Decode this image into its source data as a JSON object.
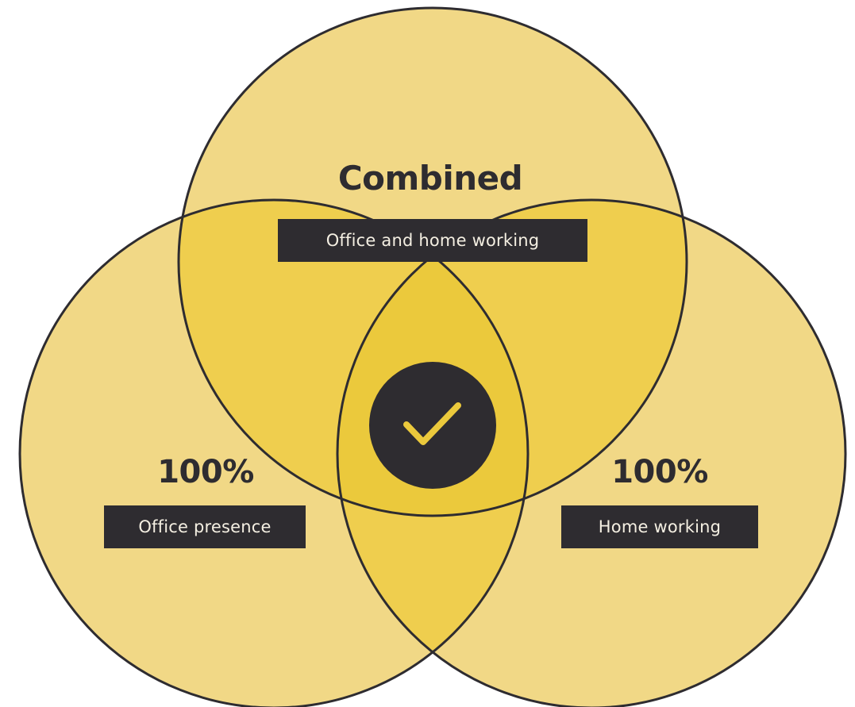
{
  "diagram": {
    "top_circle": {
      "heading": "Combined",
      "label": "Office and home working"
    },
    "left_circle": {
      "heading": "100%",
      "label": "Office presence"
    },
    "right_circle": {
      "heading": "100%",
      "label": "Home working"
    },
    "center_icon": "checkmark-icon",
    "colors": {
      "circle_fill": "#f1d886",
      "overlap_fill": "#efce4e",
      "center_fill": "#ebc93c",
      "outline": "#2e2c30",
      "badge_fill": "#2e2c30",
      "check_color": "#ebc93c",
      "label_text": "#f4efe2"
    }
  }
}
